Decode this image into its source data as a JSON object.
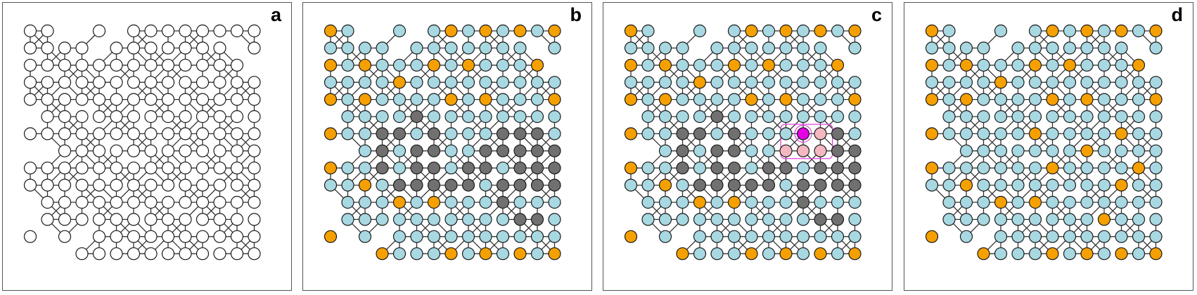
{
  "panels": [
    {
      "label": "a"
    },
    {
      "label": "b"
    },
    {
      "label": "c"
    },
    {
      "label": "d"
    }
  ],
  "colors": {
    "edge": "#333333",
    "node_stroke": "#1a1a1a",
    "white": "#ffffff",
    "orange": "#f5a000",
    "light_blue": "#a8d8e2",
    "gray": "#707070",
    "magenta": "#e600e6",
    "pink": "#f4b8c0",
    "box": "#dd44dd"
  }
}
